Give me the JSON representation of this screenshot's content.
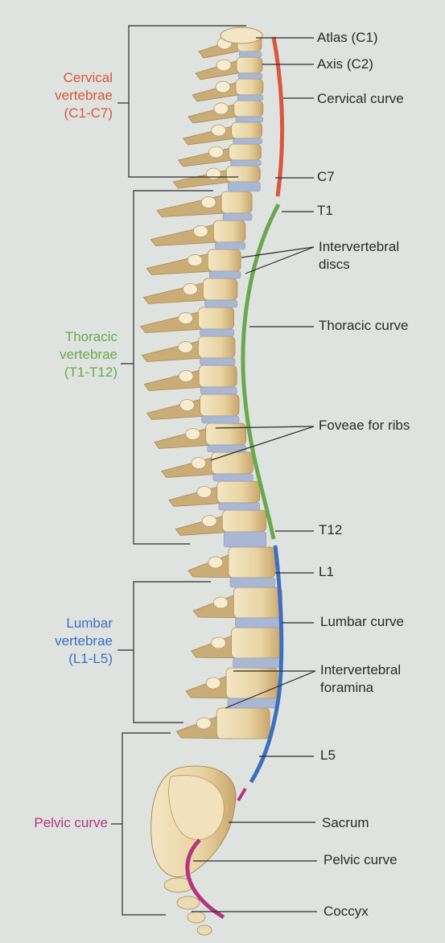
{
  "colors": {
    "cervical": "#d9573a",
    "thoracic": "#6aa84f",
    "lumbar": "#3c6fc0",
    "pelvic": "#b5367e",
    "bone": "#ecdcb4",
    "bone_shadow": "#c9ac76",
    "disc": "#a9b7d2",
    "leader": "#2a2a2a",
    "background": "#dfe3e0"
  },
  "groups": {
    "cervical": [
      "Cervical",
      "vertebrae",
      "(C1-C7)"
    ],
    "thoracic": [
      "Thoracic",
      "vertebrae",
      "(T1-T12)"
    ],
    "lumbar": [
      "Lumbar",
      "vertebrae",
      "(L1-L5)"
    ],
    "pelvic": [
      "Pelvic curve"
    ]
  },
  "labels": {
    "atlas": "Atlas (C1)",
    "axis": "Axis (C2)",
    "cervical_curve": "Cervical curve",
    "c7": "C7",
    "t1": "T1",
    "intervertebral_discs": [
      "Intervertebral",
      "discs"
    ],
    "thoracic_curve": "Thoracic curve",
    "foveae": "Foveae for ribs",
    "t12": "T12",
    "l1": "L1",
    "lumbar_curve": "Lumbar curve",
    "intervertebral_foramina": [
      "Intervertebral",
      "foramina"
    ],
    "l5": "L5",
    "sacrum": "Sacrum",
    "pelvic_curve": "Pelvic curve",
    "coccyx": "Coccyx"
  }
}
